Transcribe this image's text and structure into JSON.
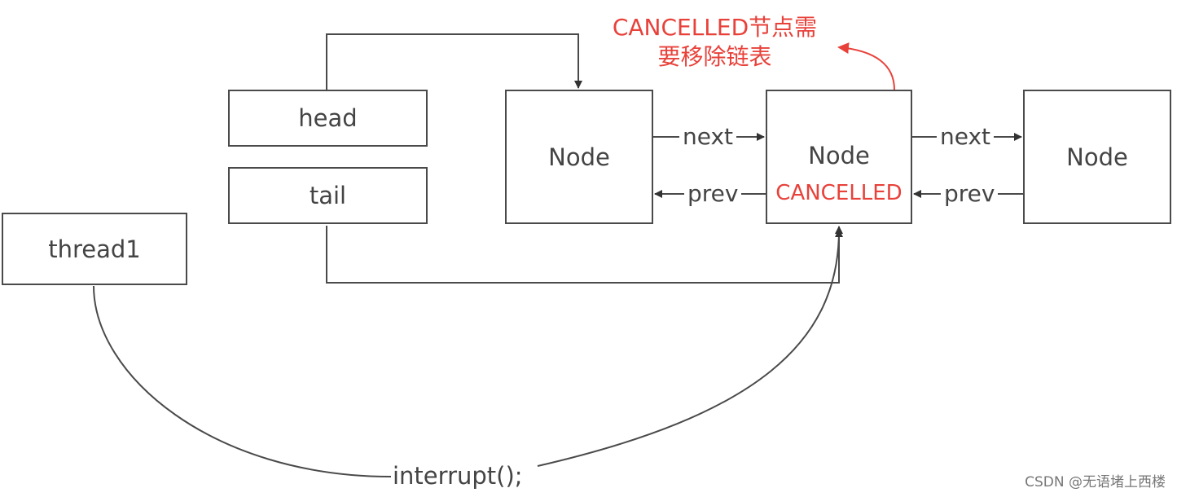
{
  "diagram": {
    "head_label": "head",
    "tail_label": "tail",
    "thread_label": "thread1",
    "node1_label": "Node",
    "node2_label": "Node",
    "node2_status": "CANCELLED",
    "node3_label": "Node",
    "next_label_1": "next",
    "next_label_2": "next",
    "prev_label_1": "prev",
    "prev_label_2": "prev",
    "call_label": "interrupt();",
    "note_line1": "CANCELLED节点需",
    "note_line2": "要移除链表",
    "watermark": "CSDN @无语堵上西楼"
  },
  "colors": {
    "line": "#4a4a4a",
    "highlight": "#e8413a"
  }
}
